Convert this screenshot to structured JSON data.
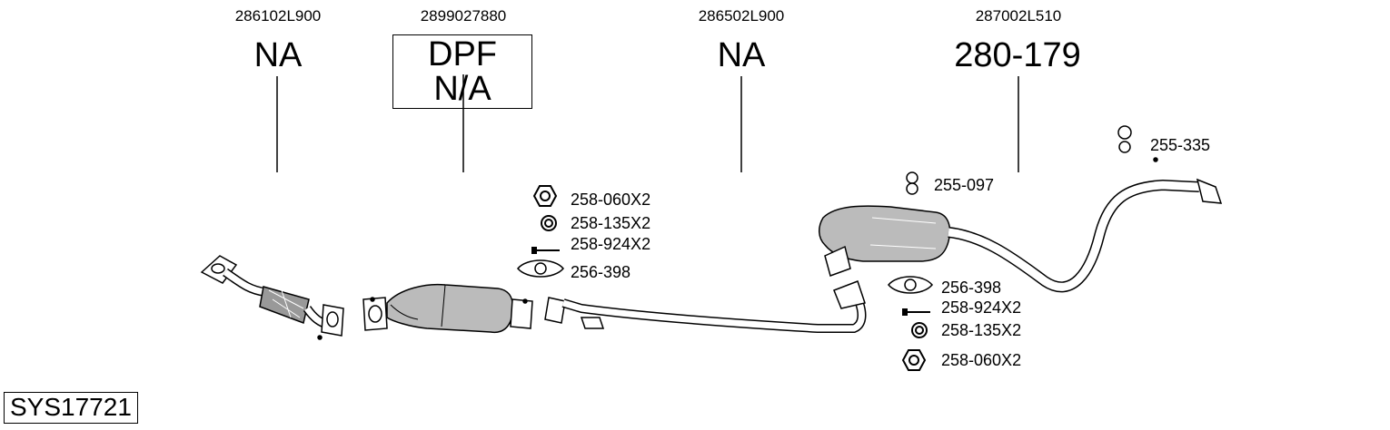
{
  "oe_numbers": [
    "286102L900",
    "2899027880",
    "286502L900",
    "287002L510"
  ],
  "part_numbers": {
    "front_pipe": "NA",
    "dpf": "DPF N/A",
    "middle_pipe": "NA",
    "rear_silencer": "280-179"
  },
  "fittings": {
    "left_nut": "258-060X2",
    "left_washer": "258-135X2",
    "left_bolt": "258-924X2",
    "left_gasket": "256-398",
    "rubber_1": "255-335",
    "rubber_2": "255-097",
    "right_gasket": "256-398",
    "right_bolt": "258-924X2",
    "right_washer": "258-135X2",
    "right_nut": "258-060X2"
  },
  "system_id": "SYS17721"
}
